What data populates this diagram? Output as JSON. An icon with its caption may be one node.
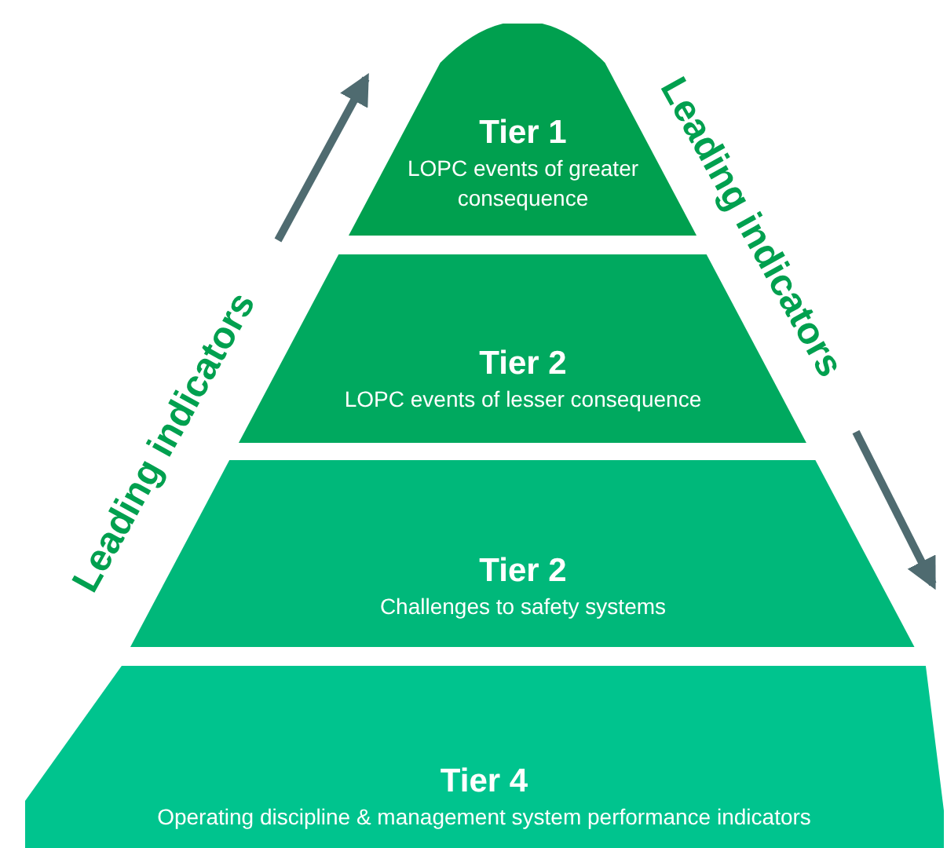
{
  "diagram": {
    "nodes": [
      {
        "text": [
          "Tier 1",
          "LOPC events of greater consequence"
        ]
      },
      {
        "text": [
          "Tier 2",
          "LOPC events of lesser consequence"
        ]
      },
      {
        "text": [
          "Tier 2",
          "Challenges to safety systems"
        ]
      },
      {
        "text": [
          "Tier 4",
          "Operating discipline & management system performance indicators"
        ]
      }
    ],
    "labels": [
      "Leading indicators",
      "Leading indicators"
    ]
  }
}
